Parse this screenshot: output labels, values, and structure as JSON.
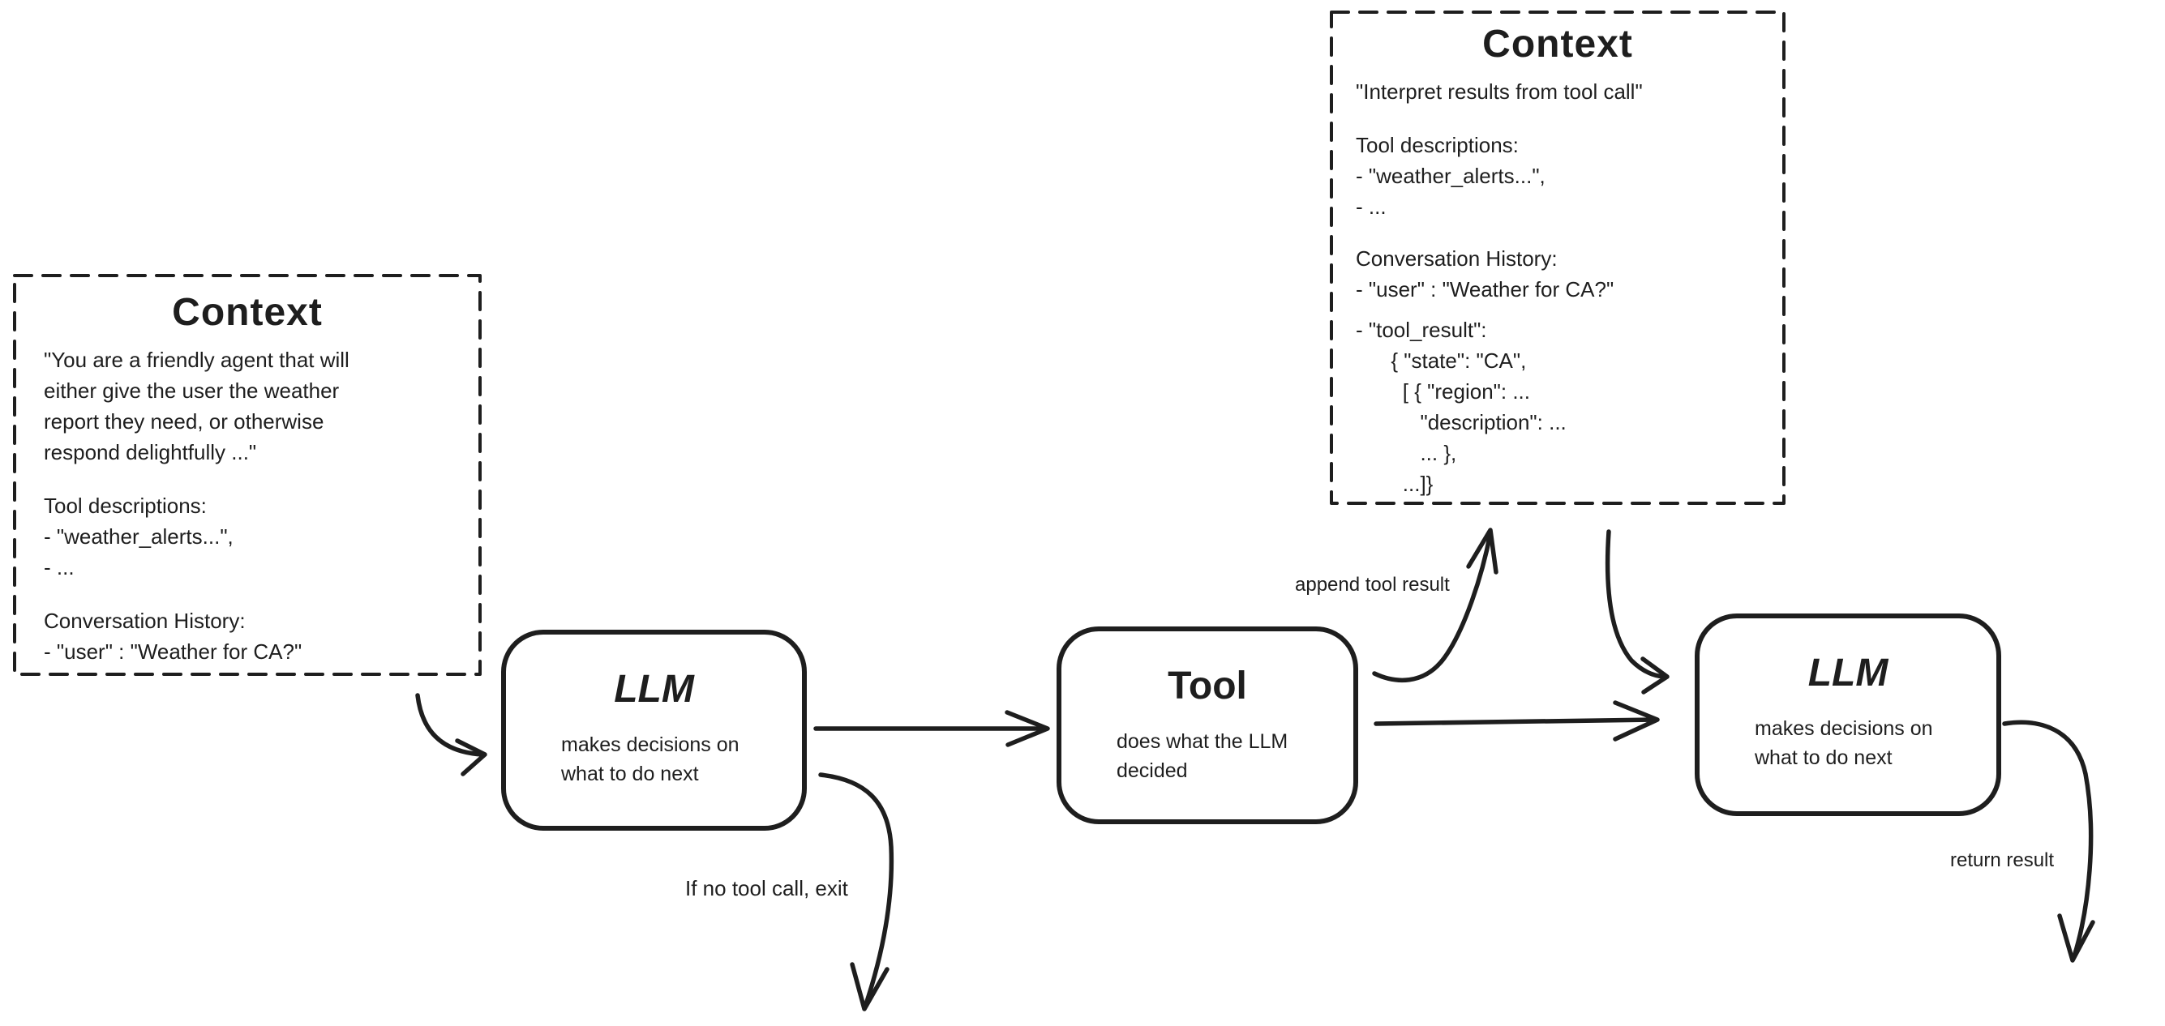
{
  "colors": {
    "ink": "#1e1e1e",
    "background": "#ffffff"
  },
  "context1": {
    "title": "Context",
    "prompt": "\"You are a friendly agent that will\neither give the user the weather\nreport they need, or otherwise\nrespond delightfully ...\"",
    "tool_descriptions": "Tool descriptions:\n- \"weather_alerts...\",\n- ...",
    "conversation_history": "Conversation History:\n- \"user\" : \"Weather for CA?\""
  },
  "llm1": {
    "title": "LLM",
    "subtitle": "makes decisions on\nwhat to do next"
  },
  "tool": {
    "title": "Tool",
    "subtitle": "does what the LLM\ndecided"
  },
  "context2": {
    "title": "Context",
    "instruction": "\"Interpret results from tool call\"",
    "tool_descriptions": "Tool descriptions:\n- \"weather_alerts...\",\n- ...",
    "conversation_history": "Conversation History:\n- \"user\" : \"Weather for CA?\"",
    "tool_result": "- \"tool_result\":\n      { \"state\": \"CA\",\n        [ { \"region\": ...\n           \"description\": ...\n           ... },\n        ...]}"
  },
  "llm2": {
    "title": "LLM",
    "subtitle": "makes decisions on\nwhat to do next"
  },
  "labels": {
    "append_tool_result": "append tool result",
    "if_no_tool_call": "If no tool call, exit",
    "return_result": "return result"
  }
}
